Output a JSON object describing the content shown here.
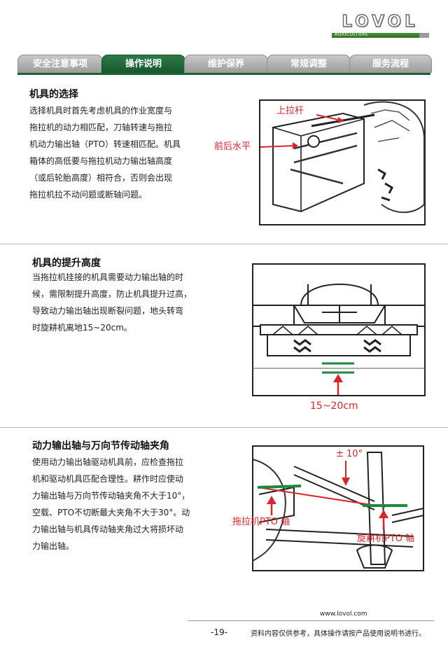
{
  "brand": {
    "name": "LOVOL",
    "sub": "AGRICULTURE",
    "colors": {
      "green": "#1b6034",
      "red": "#d8262c",
      "gray": "#9b9b9b"
    }
  },
  "tabs": [
    {
      "label": "安全注意事项",
      "active": false
    },
    {
      "label": "操作说明",
      "active": true
    },
    {
      "label": "维护保养",
      "active": false
    },
    {
      "label": "常规调整",
      "active": false
    },
    {
      "label": "服务流程",
      "active": false
    }
  ],
  "sections": [
    {
      "title": "机具的选择",
      "body": "选择机具时首先考虑机具的作业宽度与\n拖拉机的动力相匹配，刀轴转速与拖拉\n机动力输出轴（PTO）转速相匹配。机具\n箱体的高低要与拖拉机动力输出轴高度\n（或后轮胎高度）相符合，否则会出现\n拖拉机拉不动问题或断轴问题。",
      "figure_labels": {
        "top_link": "上拉杆",
        "level": "前后水平"
      }
    },
    {
      "title": "机具的提升高度",
      "body": "当拖拉机挂接的机具需要动力输出轴的时\n候，需限制提升高度，防止机具提升过高，\n导致动力输出轴出现断裂问题，地头转弯\n时旋耕机离地15~20cm。",
      "figure_labels": {
        "height": "15~20cm"
      }
    },
    {
      "title": "动力输出轴与万向节传动轴夹角",
      "body": "使用动力输出轴驱动机具前，应检查拖拉\n机和驱动机具匹配合理性。耕作时应使动\n力输出轴与万向节传动轴夹角不大于10°，\n空载、PTO不切断最大夹角不大于30°。动\n力输出轴与机具传动轴夹角过大将损坏动\n力输出轴。",
      "figure_labels": {
        "angle": "± 10°",
        "tractor_pto": "拖拉机PTO 轴",
        "tiller_pto": "旋耕机PTO 轴"
      }
    }
  ],
  "footer": {
    "url": "www.lovol.com",
    "page": "-19-",
    "note": "资料内容仅供参考，具体操作请按产品使用说明书进行。"
  }
}
